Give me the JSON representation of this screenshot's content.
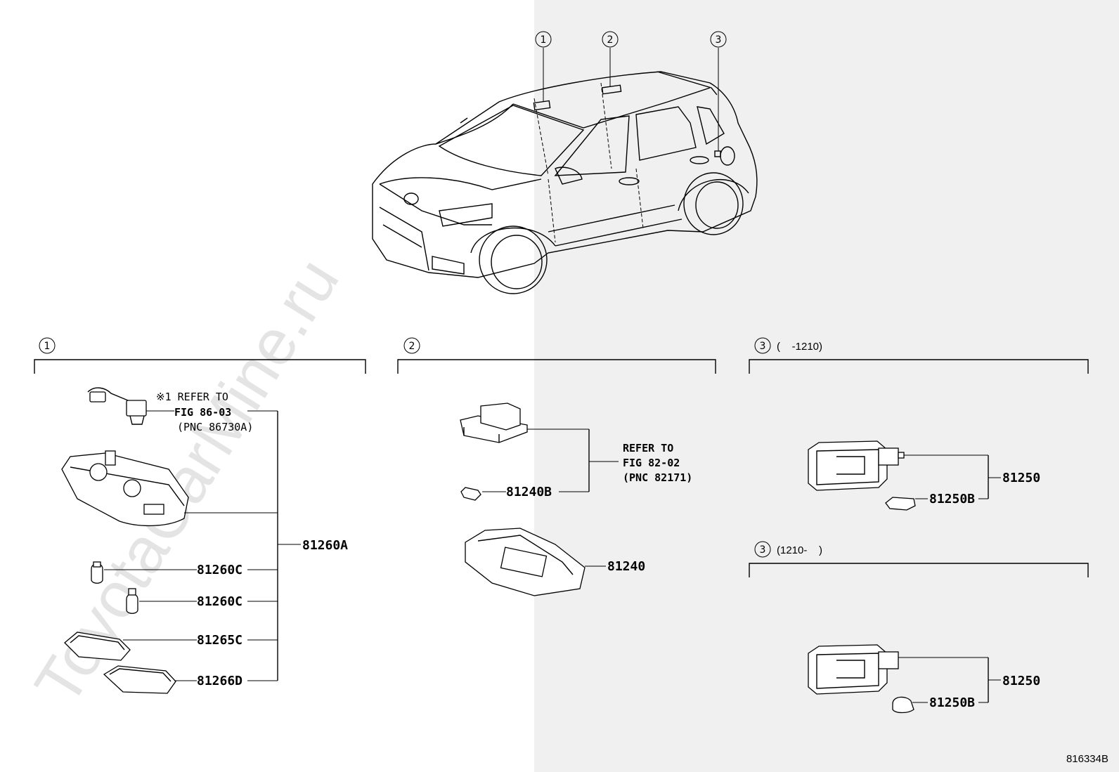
{
  "watermark": "ToyotaCarMine.ru",
  "figure_id": "816334B",
  "callouts": [
    "1",
    "2",
    "3"
  ],
  "sections": {
    "s1": {
      "marker": "1",
      "note_line1": "※1 REFER TO",
      "note_line2": "FIG 86-03",
      "note_line3": "(PNC 86730A)",
      "parts": [
        "81260A",
        "81260C",
        "81260C",
        "81265C",
        "81266D"
      ]
    },
    "s2": {
      "marker": "2",
      "note_line1": "REFER TO",
      "note_line2": "FIG 82-02",
      "note_line3": "(PNC 82171)",
      "parts": [
        "81240B",
        "81240"
      ]
    },
    "s3a": {
      "marker": "3",
      "range": "(    -1210)",
      "parts": [
        "81250",
        "81250B"
      ]
    },
    "s3b": {
      "marker": "3",
      "range": "(1210-    )",
      "parts": [
        "81250",
        "81250B"
      ]
    }
  }
}
